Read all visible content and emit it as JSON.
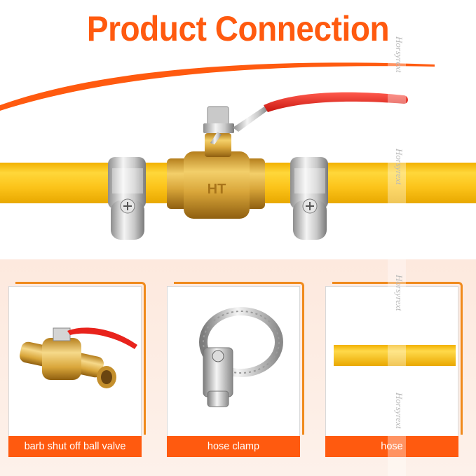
{
  "header": {
    "title": "Product Connection"
  },
  "valve": {
    "stamp": "HT"
  },
  "colors": {
    "accent": "#ff5a0f",
    "hose": "#fcc41a",
    "brass": "#d9a63a",
    "handle": "#e8231c",
    "card_background": "#fde9de"
  },
  "cards": [
    {
      "label": "barb shut off ball valve",
      "icon": "ball-valve-photo"
    },
    {
      "label": "hose clamp",
      "icon": "hose-clamp-photo"
    },
    {
      "label": "hose",
      "icon": "yellow-hose-photo"
    }
  ],
  "watermark": "Horsyrext"
}
